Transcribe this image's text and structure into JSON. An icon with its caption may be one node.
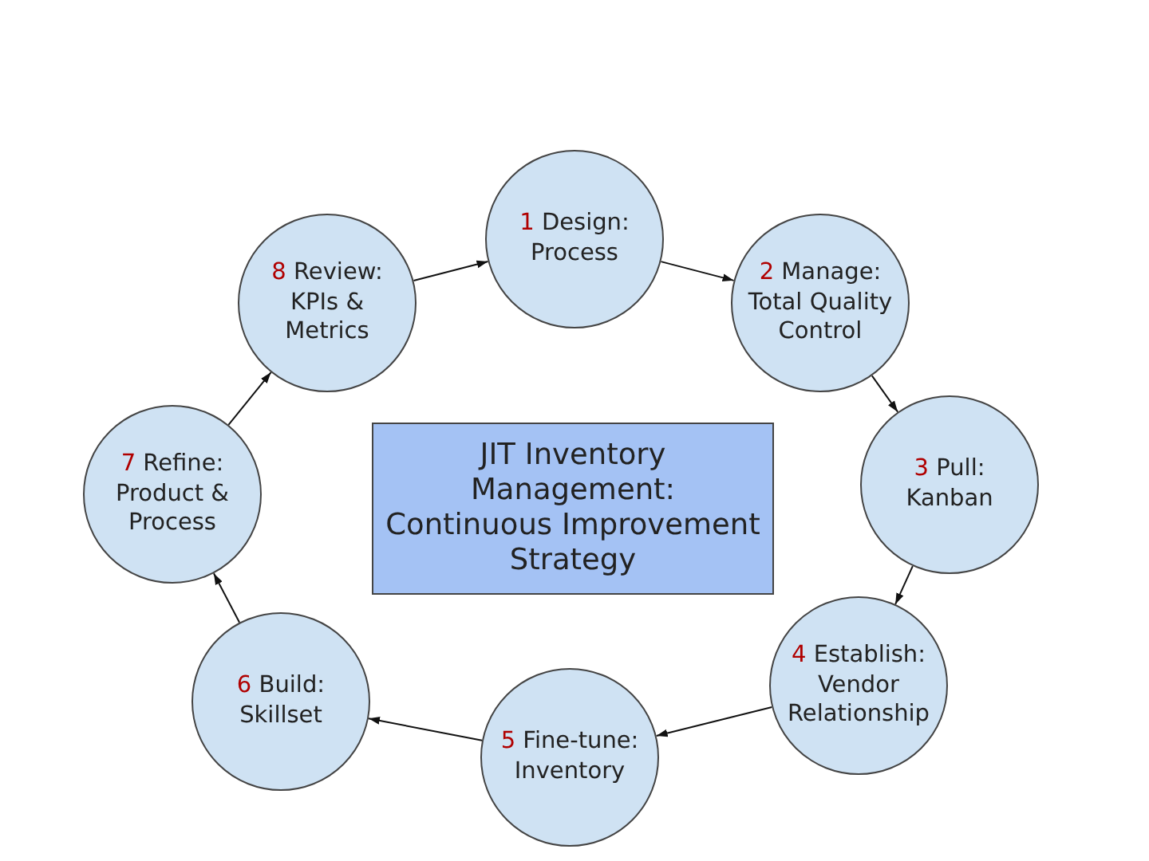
{
  "diagram": {
    "nodes": [
      {
        "text": [
          "1",
          "Design: Process"
        ]
      },
      {
        "text": [
          "2",
          "Manage: Total Quality Control"
        ]
      },
      {
        "text": [
          "3",
          "Pull: Kanban"
        ]
      },
      {
        "text": [
          "4",
          "Establish: Vendor Relationship"
        ]
      },
      {
        "text": [
          "5",
          "Fine-tune: Inventory"
        ]
      },
      {
        "text": [
          "6",
          "Build: Skillset"
        ]
      },
      {
        "text": [
          "7",
          "Refine: Product & Process"
        ]
      },
      {
        "text": [
          "8",
          "Review: KPIs & Metrics"
        ]
      },
      {
        "text": [
          "JIT Inventory Management: Continuous Improvement Strategy"
        ]
      }
    ],
    "edges": [
      {
        "from": 7,
        "to": 0,
        "arrow": "to"
      },
      {
        "from": 0,
        "to": 1,
        "arrow": "to"
      },
      {
        "from": 1,
        "to": 2,
        "arrow": "to"
      },
      {
        "from": 2,
        "to": 3,
        "arrow": "to"
      },
      {
        "from": 3,
        "to": 4,
        "arrow": "to"
      },
      {
        "from": 4,
        "to": 5,
        "arrow": "to"
      },
      {
        "from": 5,
        "to": 6,
        "arrow": "to"
      },
      {
        "from": 6,
        "to": 7,
        "arrow": "to"
      }
    ]
  }
}
